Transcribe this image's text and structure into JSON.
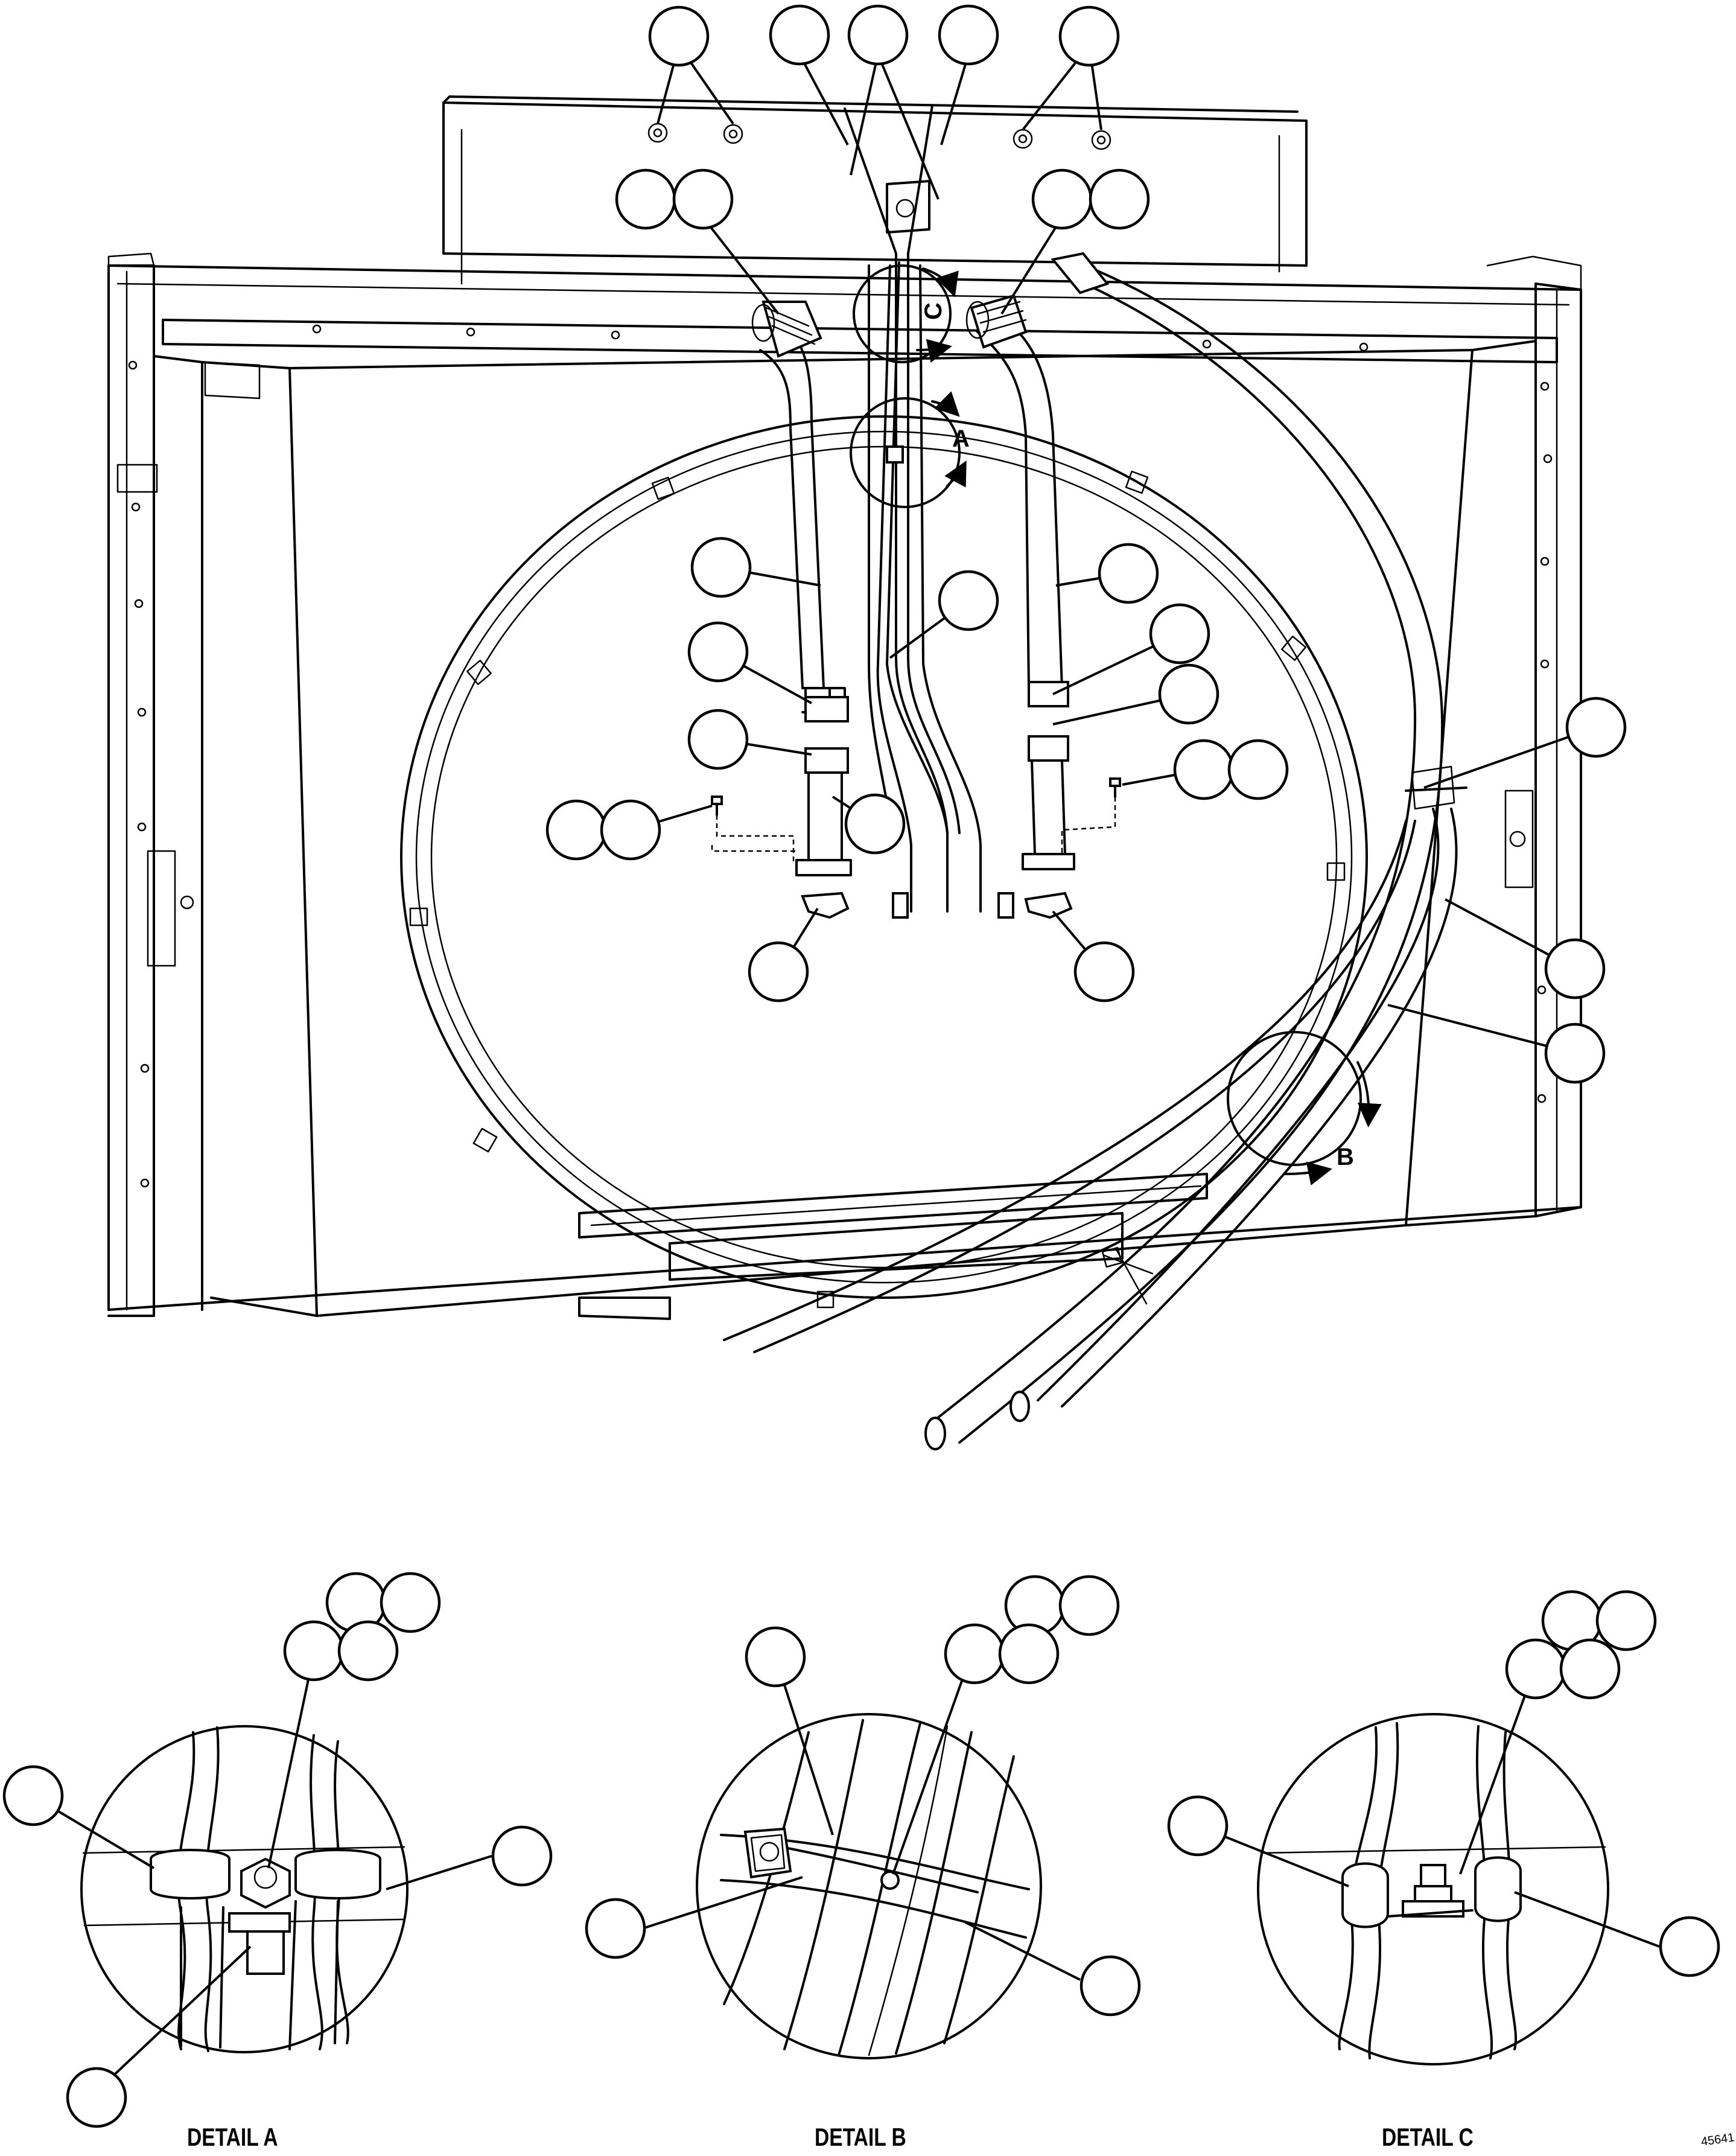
{
  "detail_markers": {
    "a": "A",
    "b": "B",
    "c": "C"
  },
  "detail_captions": {
    "a": "DETAIL A",
    "b": "DETAIL B",
    "c": "DETAIL C"
  },
  "figure_code": "45641"
}
